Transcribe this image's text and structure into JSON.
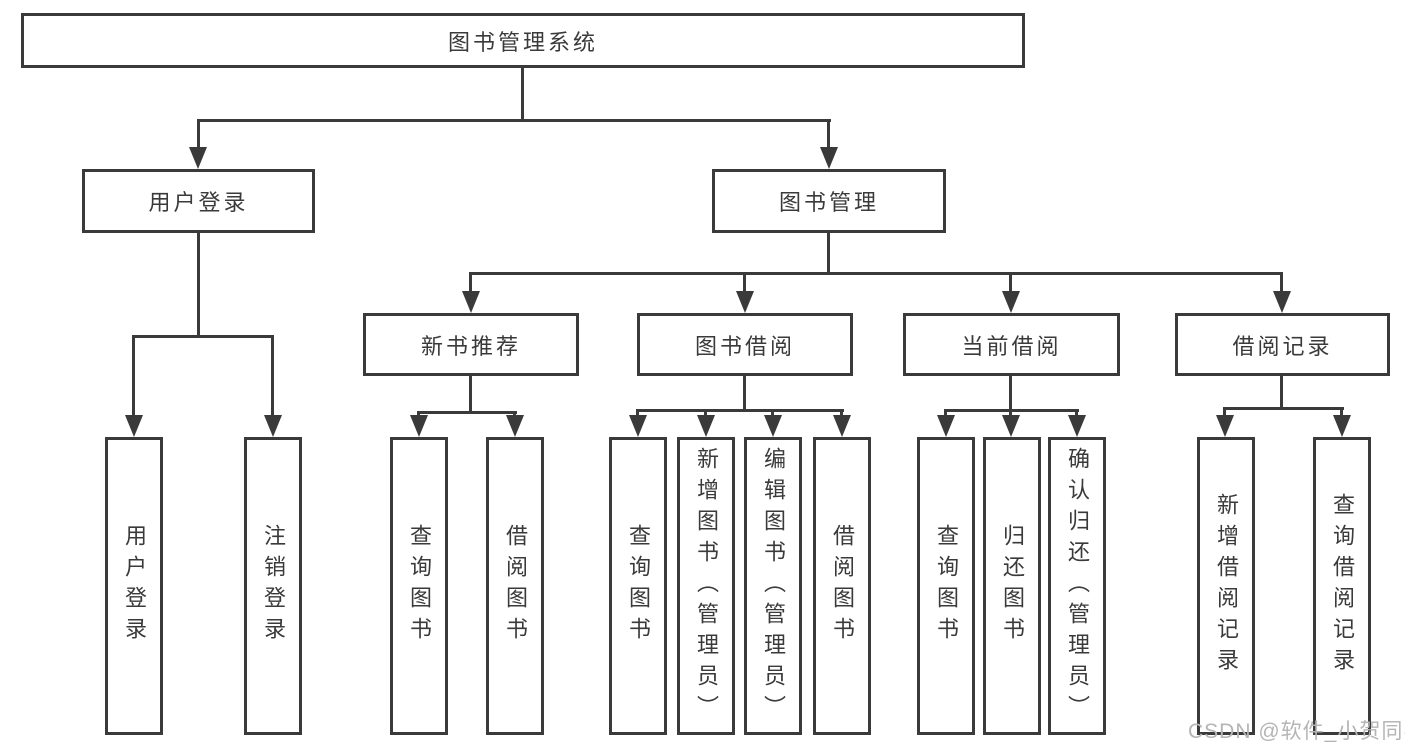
{
  "root": {
    "label": "图书管理系统",
    "children": [
      {
        "label": "用户登录",
        "children": [
          {
            "label": "用户登录"
          },
          {
            "label": "注销登录"
          }
        ]
      },
      {
        "label": "图书管理",
        "children": [
          {
            "label": "新书推荐",
            "children": [
              {
                "label": "查询图书"
              },
              {
                "label": "借阅图书"
              }
            ]
          },
          {
            "label": "图书借阅",
            "children": [
              {
                "label": "查询图书"
              },
              {
                "label": "新增图书（管理员）"
              },
              {
                "label": "编辑图书（管理员）"
              },
              {
                "label": "借阅图书"
              }
            ]
          },
          {
            "label": "当前借阅",
            "children": [
              {
                "label": "查询图书"
              },
              {
                "label": "归还图书"
              },
              {
                "label": "确认归还（管理员）"
              }
            ]
          },
          {
            "label": "借阅记录",
            "children": [
              {
                "label": "新增借阅记录"
              },
              {
                "label": "查询借阅记录"
              }
            ]
          }
        ]
      }
    ]
  },
  "watermark": {
    "text": "CSDN @软件_小贺同学"
  },
  "colors": {
    "line": "#3a3a3a",
    "text": "#3a3a3a",
    "background": "#ffffff",
    "watermark": "#b5b5b5"
  }
}
